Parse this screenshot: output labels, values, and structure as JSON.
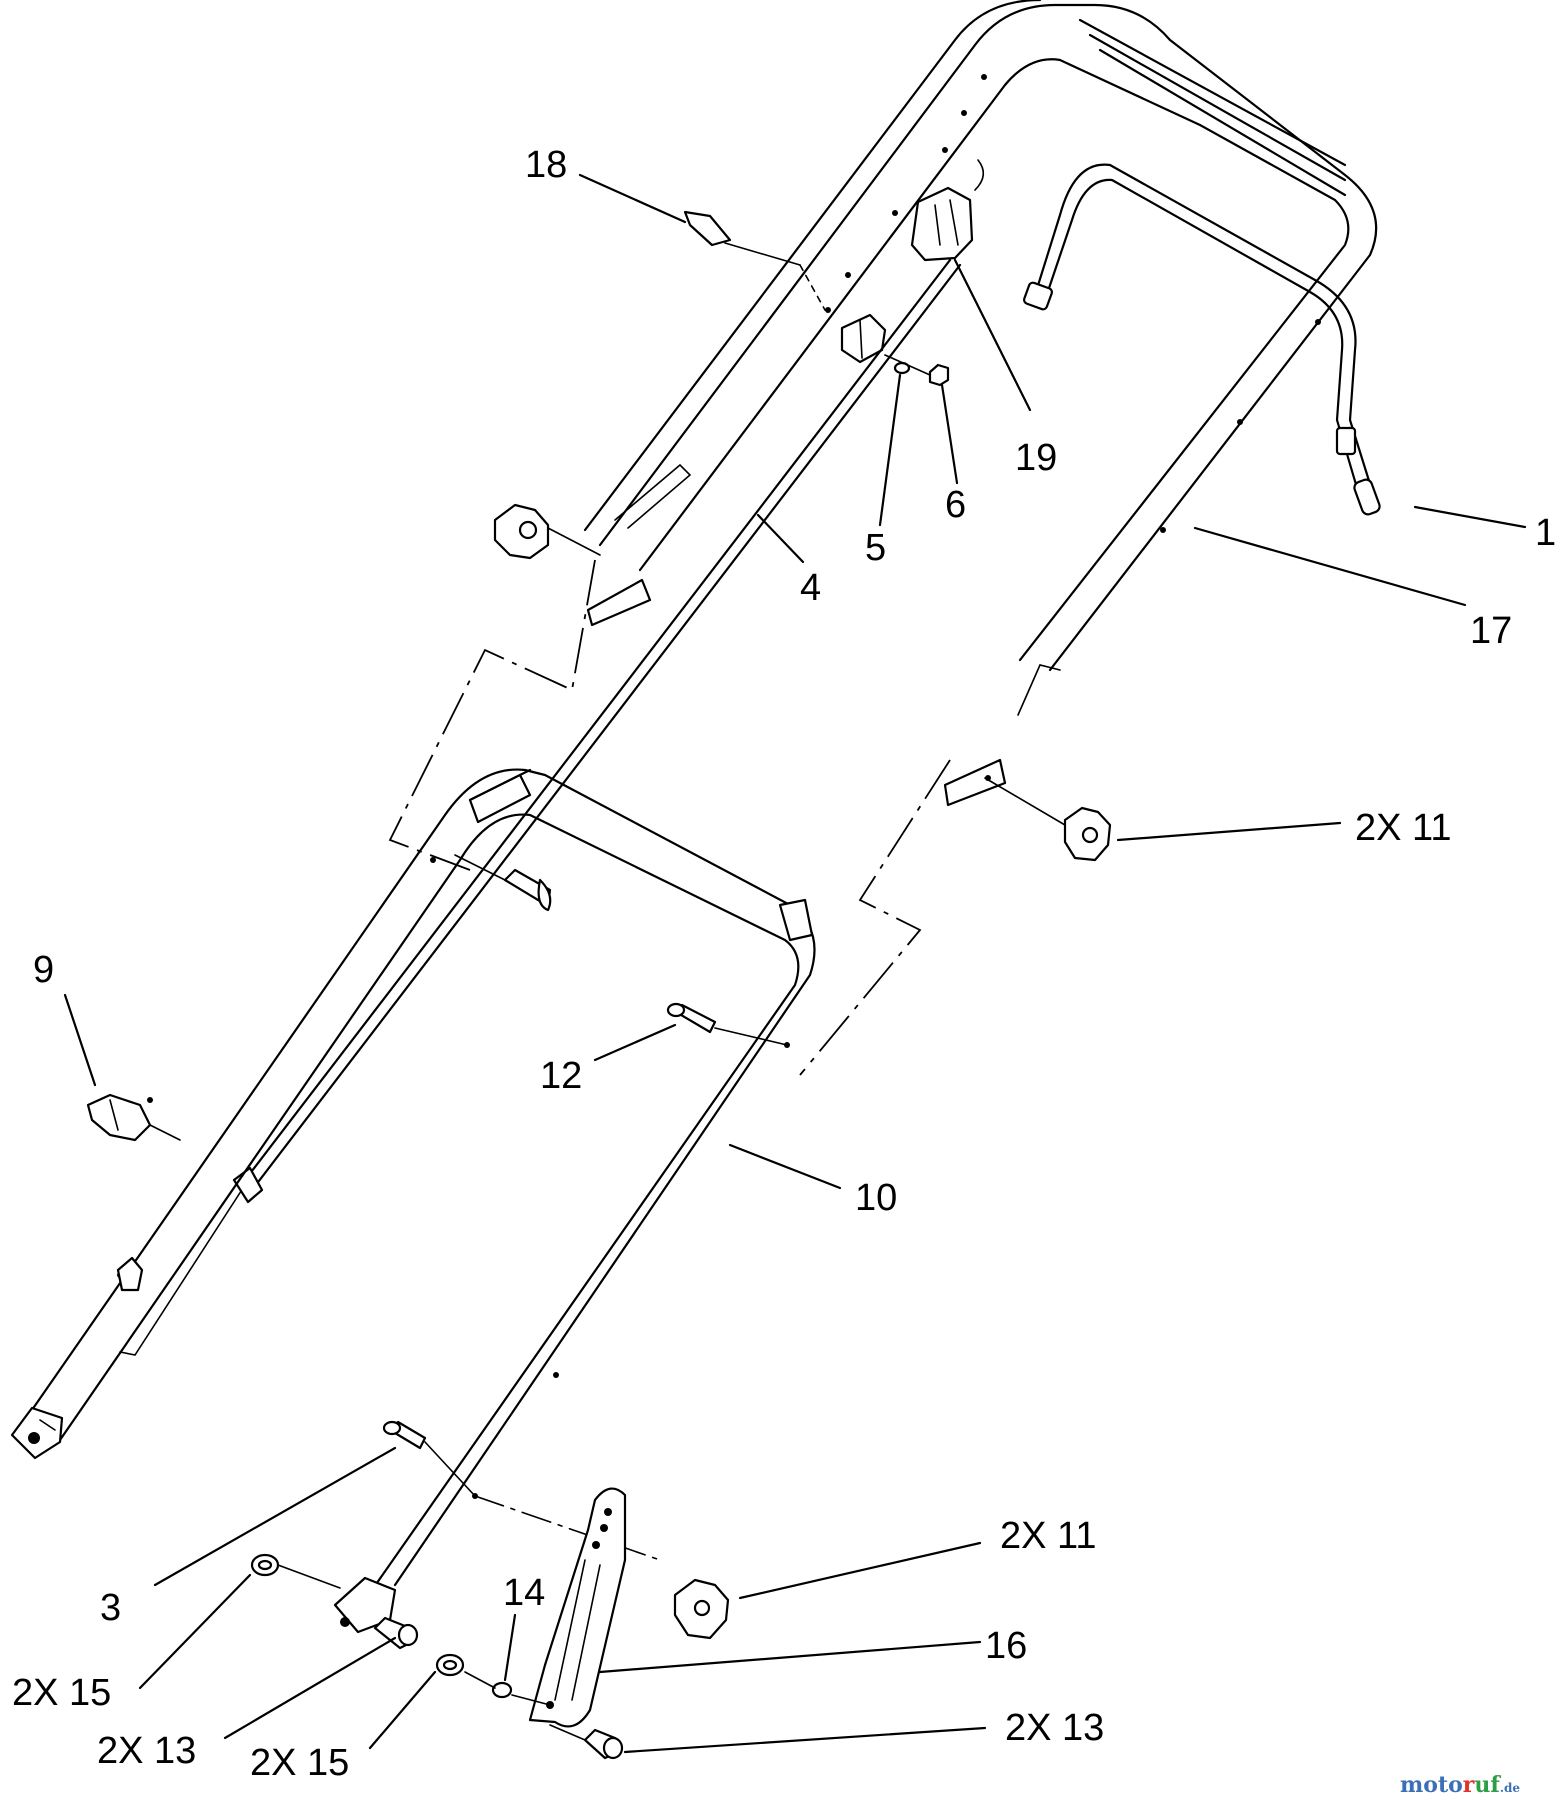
{
  "callouts": {
    "c18": "18",
    "c19": "19",
    "c1": "1",
    "c4": "4",
    "c5": "5",
    "c6": "6",
    "c17": "17",
    "c11_top": "2X 11",
    "c9": "9",
    "c12": "12",
    "c10": "10",
    "c3": "3",
    "c11_bottom": "2X 11",
    "c14": "14",
    "c16": "16",
    "c15_left": "2X 15",
    "c13_left": "2X 13",
    "c15_right": "2X 15",
    "c13_right": "2X 13"
  },
  "watermark": {
    "p1": "moto",
    "p2": "r",
    "p3": "uf",
    "p4": ".de",
    "colors": [
      "#3b6fb6",
      "#e0312b",
      "#2e9e46"
    ]
  }
}
